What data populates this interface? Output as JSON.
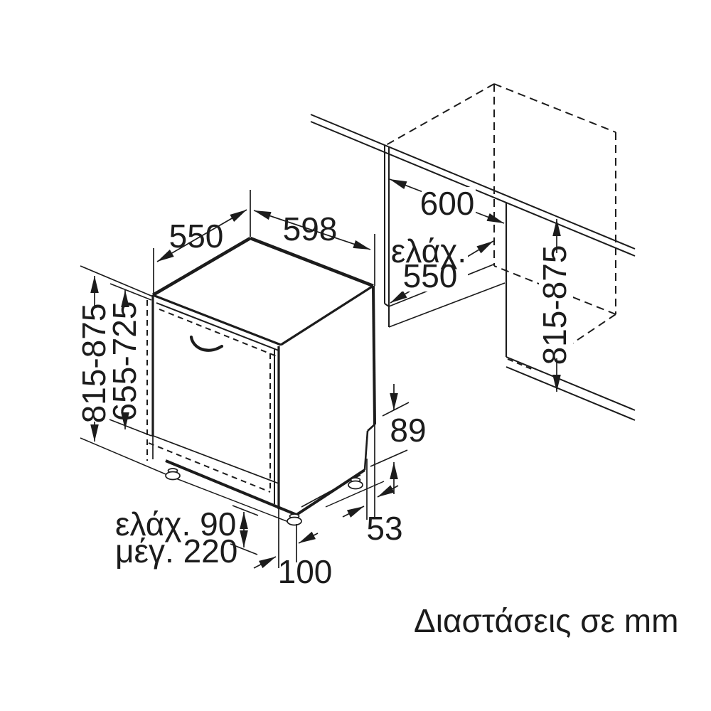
{
  "title": {
    "caption": "Διαστάσεις σε mm"
  },
  "dims": {
    "appliance_depth": "550",
    "appliance_width": "598",
    "niche_width": "600",
    "niche_min_depth_label": "ελάχ.",
    "niche_min_depth_value": "550",
    "niche_height_range": "815-875",
    "appliance_height_range": "815-875",
    "door_height_range": "655-725",
    "rear_step_height": "89",
    "rear_step_offset": "53",
    "rear_base_offset": "100",
    "plinth_min": "ελάχ. 90",
    "plinth_max": "μέγ. 220"
  }
}
